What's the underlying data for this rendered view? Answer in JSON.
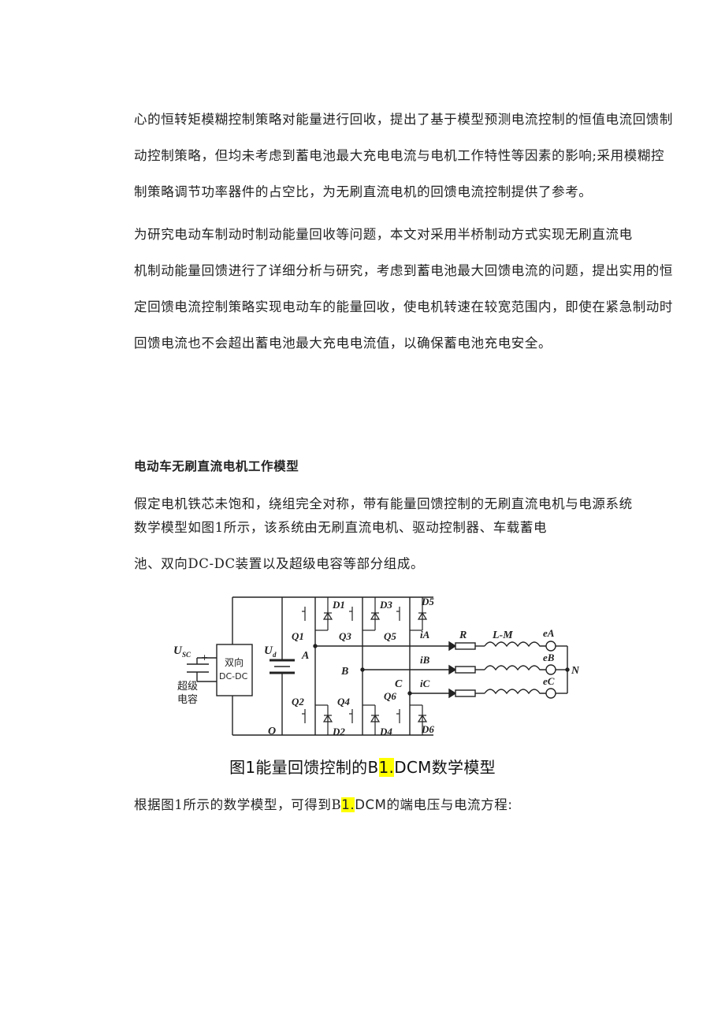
{
  "paragraphs": {
    "p1": {
      "lines": [
        "心的恒转矩模糊控制策略对能量进行回收，提出了基于模型预测电流控制的恒值电流回馈制",
        "动控制策略，但均未考虑到蓄电池最大充电电流与电机工作特性等因素的影响;采用模糊控",
        "制策略调节功率器件的占空比，为无刷直流电机的回馈电流控制提供了参考。"
      ]
    },
    "p2": {
      "lines": [
        "为研究电动车制动时制动能量回收等问题，本文对采用半桥制动方式实现无刷直流电",
        "机制动能量回馈进行了详细分析与研究，考虑到蓄电池最大回馈电流的问题，提出实用的恒",
        "定回馈电流控制策略实现电动车的能量回收，使电机转速在较宽范围内，即使在紧急制动时",
        "回馈电流也不会超出蓄电池最大充电电流值，以确保蓄电池充电安全。"
      ]
    }
  },
  "section": {
    "heading": "电动车无刷直流电机工作模型",
    "p3_lines": [
      "假定电机铁芯未饱和，绕组完全对称，带有能量回馈控制的无刷直流电机与电源系统",
      "数学模型如图1所示，该系统由无刷直流电机、驱动控制器、车载蓄电",
      "池、双向DC-DC装置以及超级电容等部分组成。"
    ]
  },
  "figure": {
    "labels": {
      "usc": "U",
      "usc_sub": "SC",
      "plus": "+",
      "supercap": [
        "超级",
        "电容"
      ],
      "dcdc": [
        "双向",
        "DC-DC"
      ],
      "ud": "U",
      "ud_sub": "d",
      "node_a": "A",
      "node_b": "B",
      "node_c": "C",
      "node_o": "O",
      "node_n": "N",
      "q": [
        "Q1",
        "Q2",
        "Q3",
        "Q4",
        "Q5",
        "Q6"
      ],
      "d": [
        "D1",
        "D2",
        "D3",
        "D4",
        "D5",
        "D6"
      ],
      "ia": "iA",
      "ib": "iB",
      "ic": "iC",
      "r": "R",
      "lm": "L-M",
      "ea": "eA",
      "eb": "eB",
      "ec": "eC"
    },
    "caption_prefix": "图1能量回馈控制的B",
    "caption_highlight": "1.",
    "caption_suffix": "DCM数学模型"
  },
  "after_figure": {
    "prefix": "根据图1所示的数学模型，可得到B",
    "highlight": "1.",
    "suffix": "DCM的端电压与电流方程:"
  },
  "colors": {
    "highlight": "#ffff00",
    "text": "#222222"
  }
}
